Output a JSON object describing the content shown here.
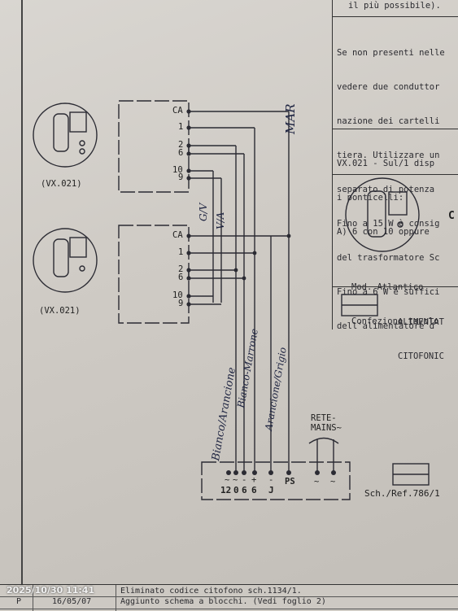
{
  "top_note": "il più possibile).",
  "notes_paragraph": [
    "Se non presenti nelle",
    "vedere due conduttor",
    "nazione dei cartelli",
    "tiera. Utilizzare un",
    "separato di potenza",
    "Fino a 15 W è consig",
    "del trasformatore Sc",
    "Fino a 6 W è suffici",
    "dell'alimentatore d"
  ],
  "vx_note": [
    "VX.021 - Sul/1 disp",
    "i ponticelli:",
    "A) 6 con 10 oppure"
  ],
  "model_text": [
    "Mod. Atlantico",
    "Confezione tavolo"
  ],
  "model_letter": "C",
  "alimentatore": [
    "ALIMENTAT",
    "CITOFONIC"
  ],
  "handset_labels": [
    "(VX.021)",
    "(VX.021)"
  ],
  "terminals_top": [
    "CA",
    "1",
    "2",
    "6",
    "10",
    "9"
  ],
  "terminals_bottom": [
    "CA",
    "1",
    "2",
    "6",
    "10",
    "9"
  ],
  "psu_terminals": [
    "~",
    "~",
    "-",
    "+",
    "-",
    "PS",
    "~",
    "~"
  ],
  "psu_numbers": [
    "12",
    "0",
    "6",
    "6",
    "J",
    "PS"
  ],
  "rete_label": [
    "RETE-",
    "MAINS~"
  ],
  "handwritten": {
    "mar": "MAR",
    "gv": "G/V",
    "va": "V/A",
    "wire1": "Bianco/Arancione",
    "wire2": "Bianco-Marrone",
    "wire3": "Arancione/Grigio"
  },
  "schema_ref": "Sch./Ref.786/1",
  "revision_rows": [
    {
      "rev": "",
      "date": "",
      "text": "Eliminato codice citofono sch.1134/1."
    },
    {
      "rev": "P",
      "date": "16/05/07",
      "text": "Aggiunto schema a blocchi. (Vedi foglio 2)"
    }
  ],
  "watermark": "2025/10/30 11:41"
}
